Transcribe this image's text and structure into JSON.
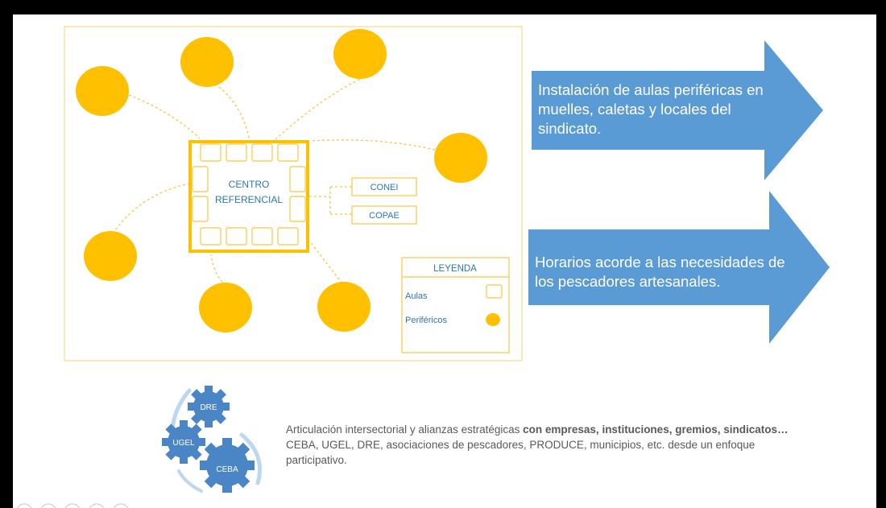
{
  "center": {
    "line1": "CENTRO",
    "line2": "REFERENCIAL"
  },
  "committees": [
    "CONEI",
    "COPAE"
  ],
  "legend": {
    "title": "LEYENDA",
    "items": [
      "Aulas",
      "Periféricos"
    ]
  },
  "arrows": [
    "Instalación de aulas periféricas en muelles, caletas y locales del sindicato.",
    "Horarios acorde a las necesidades de los pescadores artesanales."
  ],
  "gears": [
    "DRE",
    "UGEL",
    "CEBA"
  ],
  "bottom": {
    "line1_regular": "Articulación intersectorial y alianzas estratégicas ",
    "line1_bold": "con empresas,  instituciones, gremios, sindicatos…",
    "line2": "CEBA, UGEL, DRE, asociaciones de pescadores, PRODUCE, municipios, etc. desde un enfoque participativo."
  },
  "colors": {
    "gold": "#FFC000",
    "blue": "#5B9BD5",
    "frame": "#F5E6A6",
    "text_blue": "#2E75B6"
  }
}
